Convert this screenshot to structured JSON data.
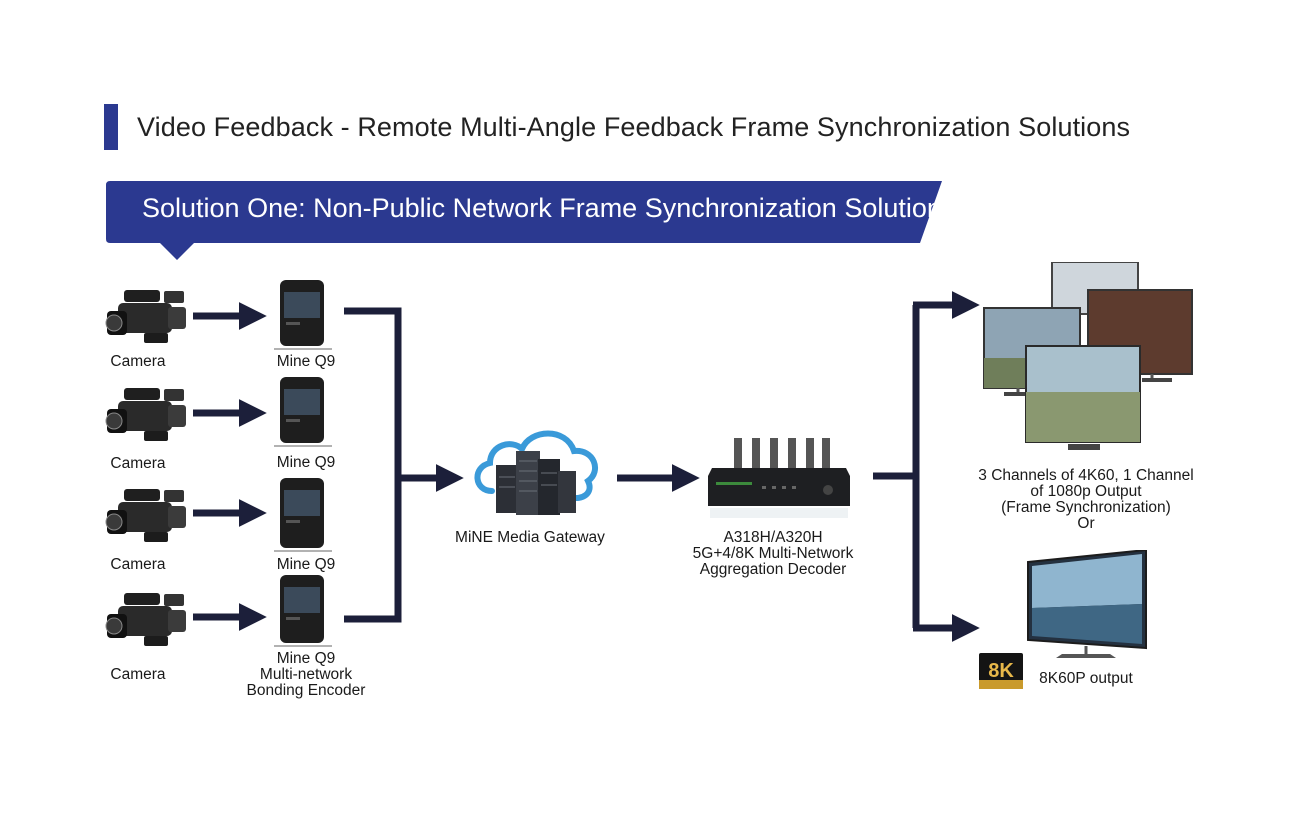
{
  "title": "Video Feedback - Remote Multi-Angle Feedback Frame Synchronization Solutions",
  "banner": "Solution One: Non-Public Network Frame Synchronization Solution",
  "rows": [
    {
      "camera_label": "Camera",
      "encoder_label": "Mine Q9"
    },
    {
      "camera_label": "Camera",
      "encoder_label": "Mine Q9"
    },
    {
      "camera_label": "Camera",
      "encoder_label": "Mine Q9"
    },
    {
      "camera_label": "Camera",
      "encoder_label": "Mine Q9\nMulti-network\nBonding Encoder"
    }
  ],
  "gateway_label": "MiNE Media Gateway",
  "decoder_label": "A318H/A320H\n5G+4/8K Multi-Network\nAggregation Decoder",
  "output_top_label": "3 Channels of 4K60, 1 Channel\nof 1080p Output\n(Frame Synchronization)\nOr",
  "output_bottom_label": "8K60P output",
  "badge_text": "8K",
  "colors": {
    "accent": "#2b3990",
    "arrow": "#1c1f3a"
  },
  "icons": [
    "camera-icon",
    "encoder-icon",
    "cloud-server-icon",
    "decoder-icon",
    "multi-screen-icon",
    "tv-icon",
    "8k-badge-icon"
  ]
}
